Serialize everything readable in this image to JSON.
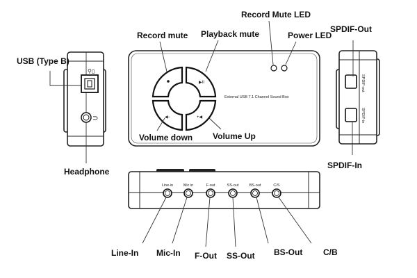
{
  "labels": {
    "usb": "USB (Type B)",
    "headphone": "Headphone",
    "record_mute": "Record mute",
    "playback_mute": "Playback mute",
    "record_mute_led": "Record Mute LED",
    "power_led": "Power LED",
    "volume_down": "Volume down",
    "volume_up": "Volume Up",
    "spdif_out": "SPDIF-Out",
    "spdif_in": "SPDIF-In",
    "line_in": "Line-In",
    "mic_in": "Mic-In",
    "f_out": "F-Out",
    "ss_out": "SS-Out",
    "bs_out": "BS-Out",
    "cb": "C/B"
  },
  "device": {
    "name": "External USB 7.1 Channel Sound Box",
    "spdif_out_print": "SPDIF-out",
    "spdif_in_print": "SPDIF-in",
    "jacks": [
      "Line-in",
      "Mic in",
      "F-out",
      "SS-out",
      "BS-out",
      "C/S"
    ]
  }
}
